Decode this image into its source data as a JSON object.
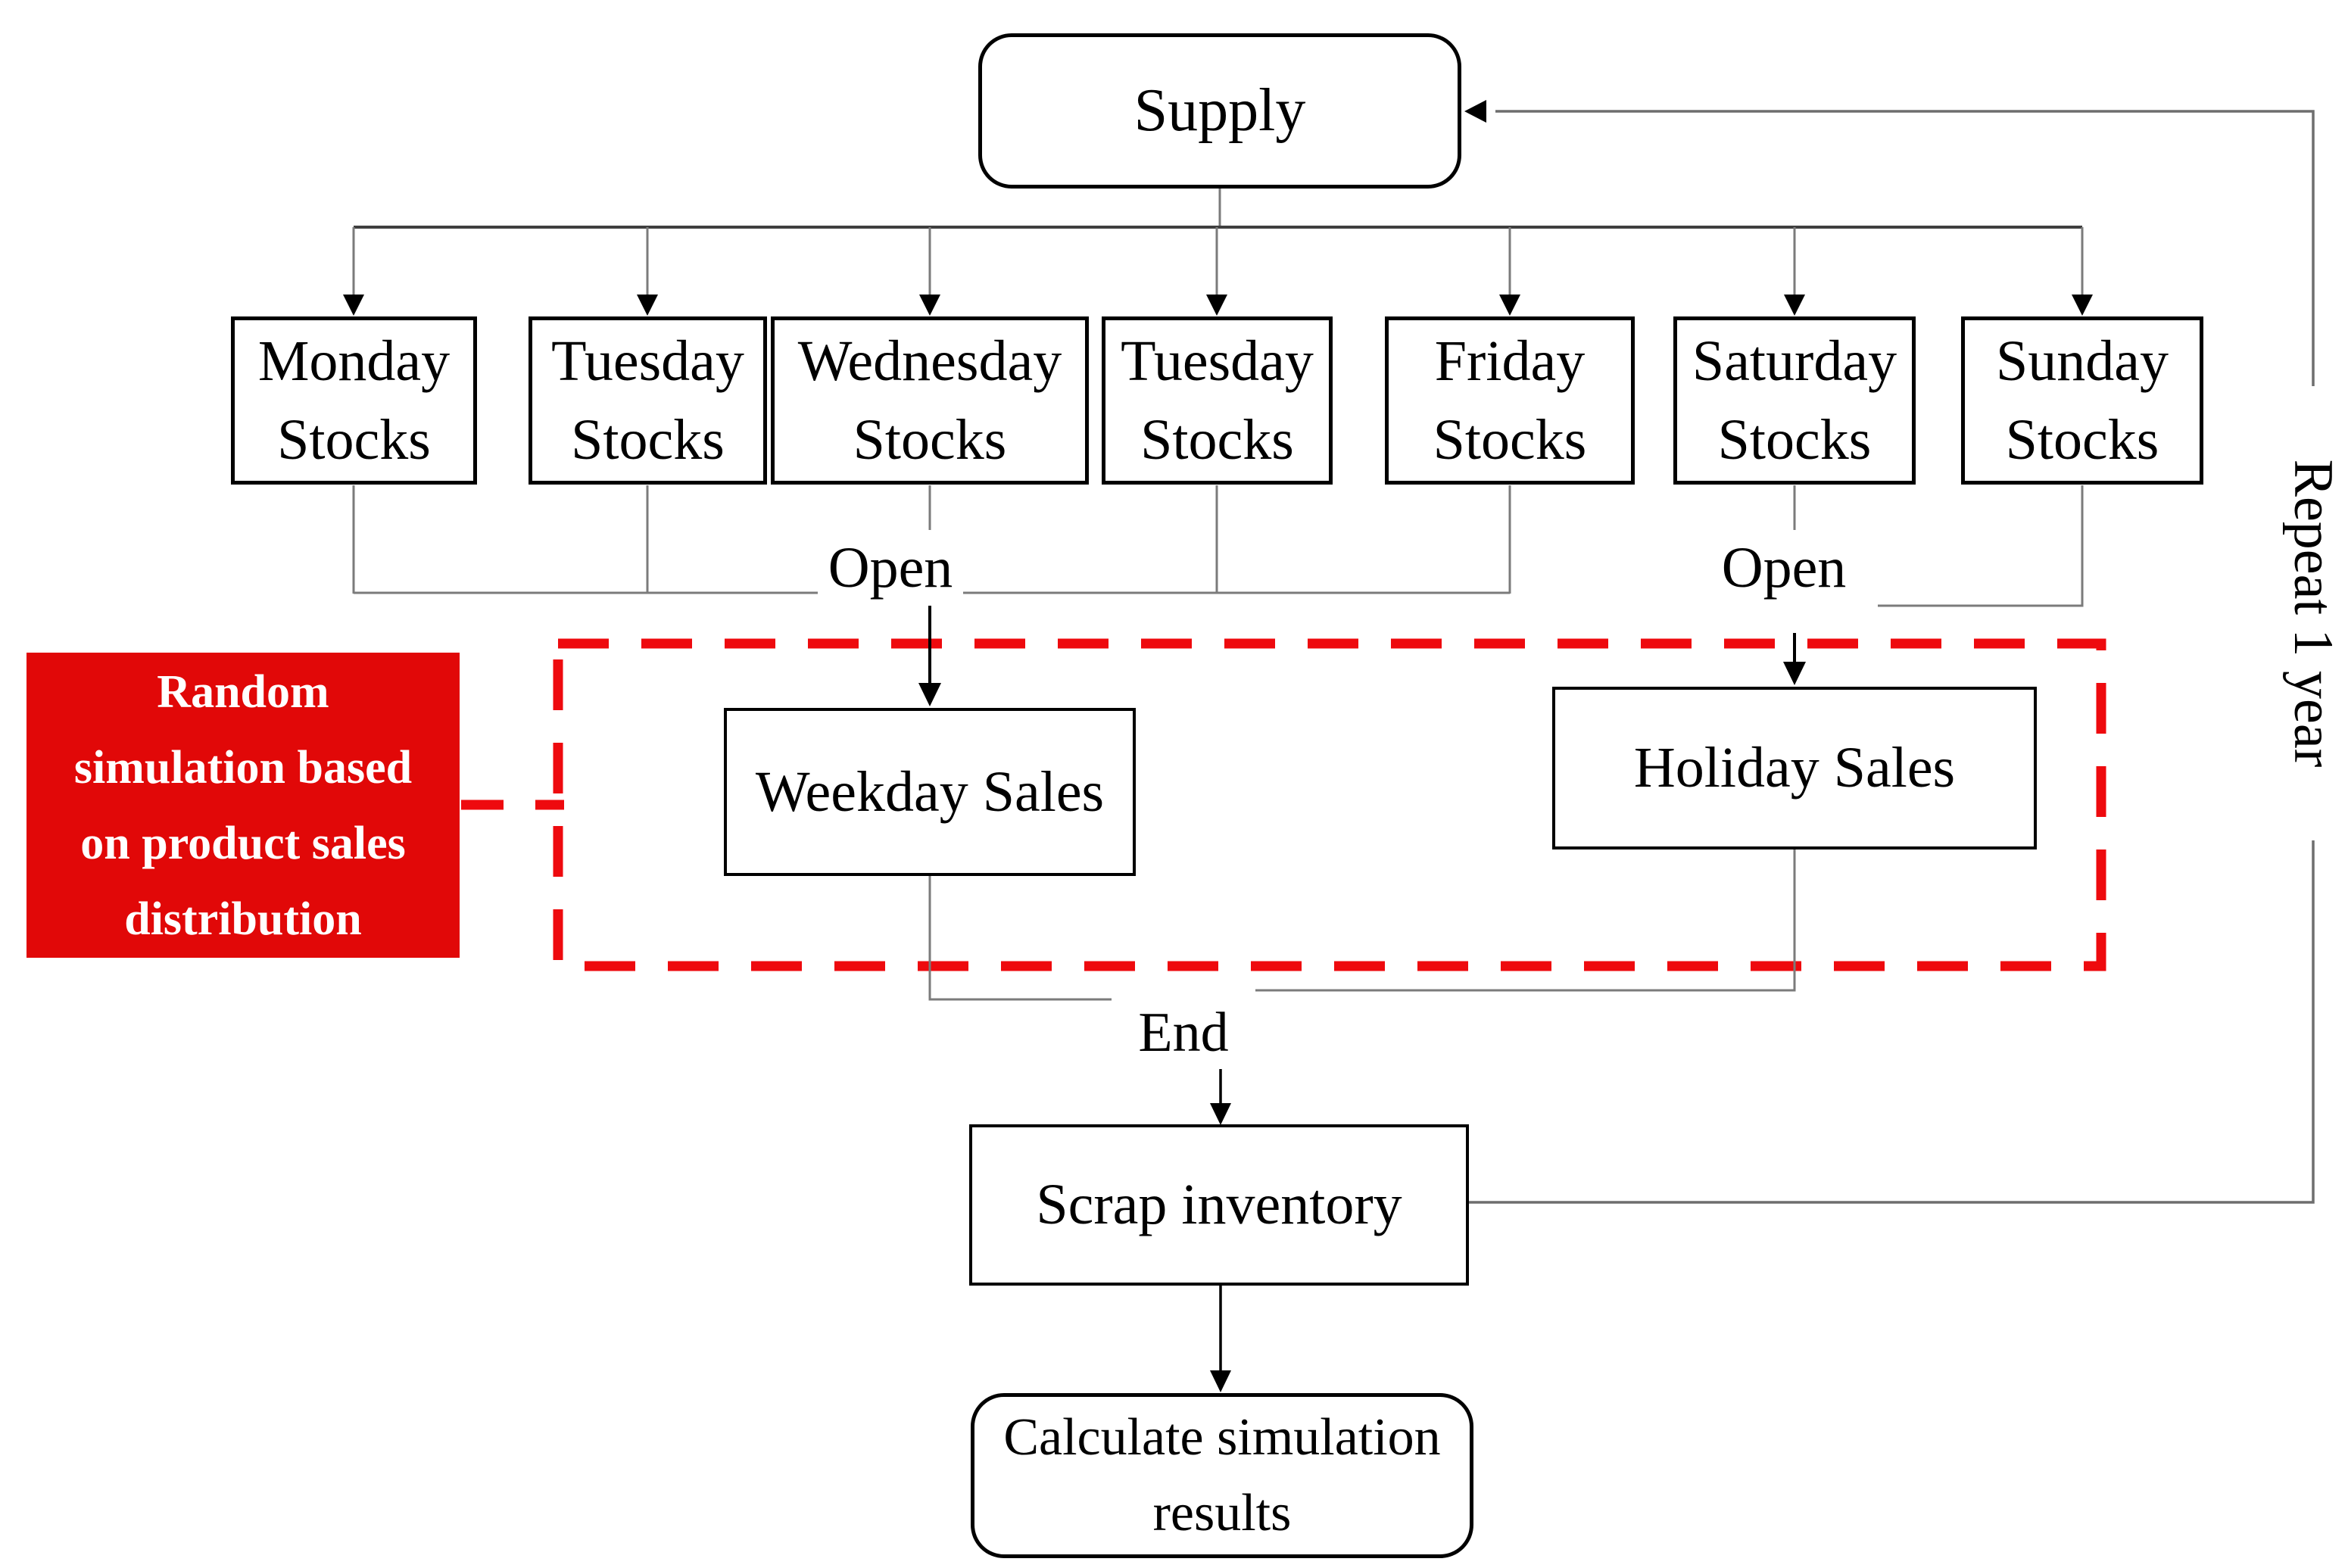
{
  "diagram": {
    "nodes": {
      "supply": {
        "label": "Supply"
      },
      "stocks": [
        {
          "line1": "Monday",
          "line2": "Stocks"
        },
        {
          "line1": "Tuesday",
          "line2": "Stocks"
        },
        {
          "line1": "Wednesday",
          "line2": "Stocks"
        },
        {
          "line1": "Tuesday",
          "line2": "Stocks"
        },
        {
          "line1": "Friday",
          "line2": "Stocks"
        },
        {
          "line1": "Saturday",
          "line2": "Stocks"
        },
        {
          "line1": "Sunday",
          "line2": "Stocks"
        }
      ],
      "weekday_sales": {
        "label": "Weekday Sales"
      },
      "holiday_sales": {
        "label": "Holiday Sales"
      },
      "scrap": {
        "label": "Scrap inventory"
      },
      "calculate": {
        "line1": "Calculate simulation",
        "line2": "results"
      }
    },
    "edge_labels": {
      "open_weekday": "Open",
      "open_holiday": "Open",
      "end": "End",
      "repeat": "Repeat 1 year"
    },
    "annotation": {
      "lines": [
        "Random",
        "simulation based",
        "on product sales",
        "distribution"
      ]
    },
    "colors": {
      "background": "#ffffff",
      "node_border": "#000000",
      "connector_gray": "#7b7b7b",
      "distributor_line": "#3f3f3f",
      "arrow_black": "#000000",
      "dashed_region_red": "#ee0a0e",
      "annotation_bg": "#e10808",
      "annotation_text": "#ffffff"
    }
  }
}
